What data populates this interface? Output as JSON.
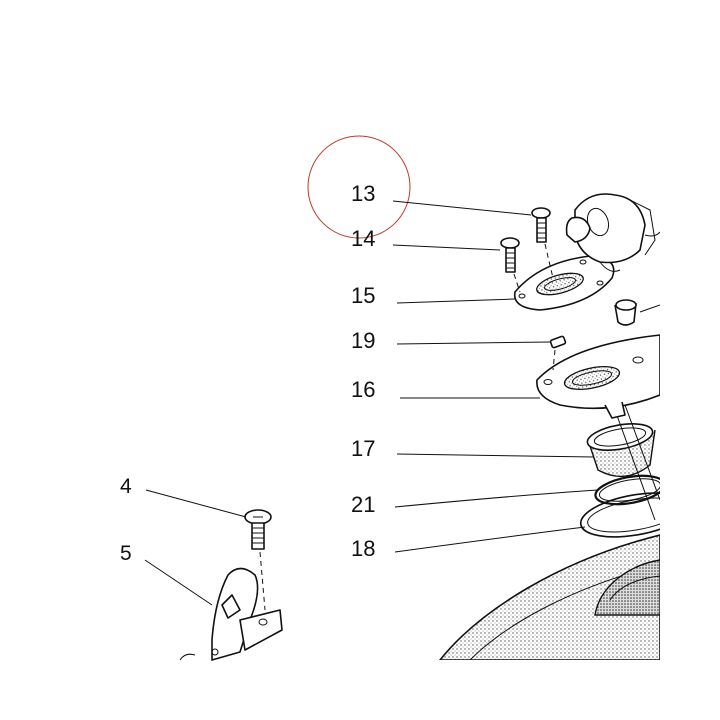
{
  "diagram": {
    "callouts": [
      {
        "id": "13",
        "text": "13"
      },
      {
        "id": "14",
        "text": "14"
      },
      {
        "id": "15",
        "text": "15"
      },
      {
        "id": "19",
        "text": "19"
      },
      {
        "id": "16",
        "text": "16"
      },
      {
        "id": "17",
        "text": "17"
      },
      {
        "id": "21",
        "text": "21"
      },
      {
        "id": "18",
        "text": "18"
      },
      {
        "id": "4",
        "text": "4"
      },
      {
        "id": "5",
        "text": "5"
      }
    ],
    "highlight_color": "#c0392b",
    "line_color": "#111111"
  }
}
